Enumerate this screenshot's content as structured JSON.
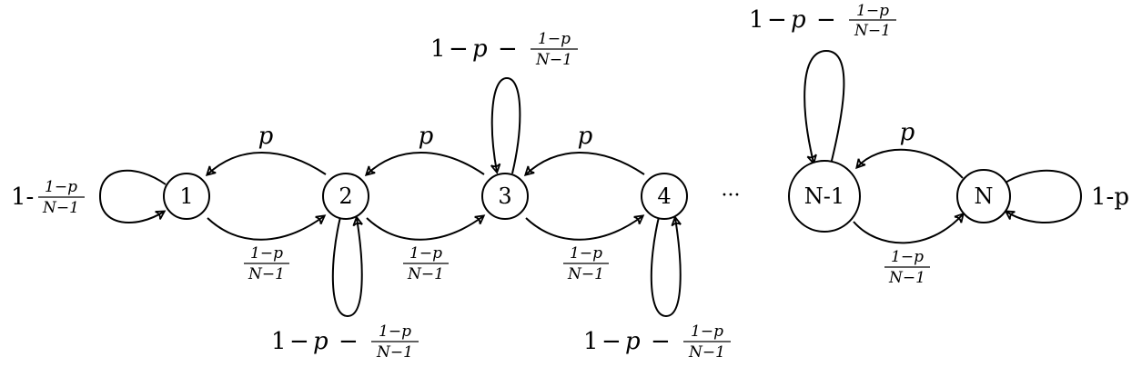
{
  "diagram": {
    "nodes": [
      {
        "id": "n1",
        "label": "1"
      },
      {
        "id": "n2",
        "label": "2"
      },
      {
        "id": "n3",
        "label": "3"
      },
      {
        "id": "n4",
        "label": "4"
      },
      {
        "id": "nN1",
        "label": "N-1"
      },
      {
        "id": "nN",
        "label": "N"
      }
    ],
    "ellipsis": "···",
    "labels": {
      "p": "p",
      "one": "1",
      "minus": "−",
      "one_dash": "1-",
      "frac_num": "1−p",
      "frac_den": "N−1",
      "one_minus_p_text": "1-p"
    },
    "edges": [
      {
        "from": "2",
        "to": "1",
        "label": "p"
      },
      {
        "from": "3",
        "to": "2",
        "label": "p"
      },
      {
        "from": "4",
        "to": "3",
        "label": "p"
      },
      {
        "from": "N",
        "to": "N-1",
        "label": "p"
      },
      {
        "from": "1",
        "to": "2",
        "label": "(1-p)/(N-1)"
      },
      {
        "from": "2",
        "to": "3",
        "label": "(1-p)/(N-1)"
      },
      {
        "from": "3",
        "to": "4",
        "label": "(1-p)/(N-1)"
      },
      {
        "from": "N-1",
        "to": "N",
        "label": "(1-p)/(N-1)"
      },
      {
        "from": "1",
        "to": "1",
        "label": "1-(1-p)/(N-1)"
      },
      {
        "from": "2",
        "to": "2",
        "label": "1-p-(1-p)/(N-1)"
      },
      {
        "from": "3",
        "to": "3",
        "label": "1-p-(1-p)/(N-1)"
      },
      {
        "from": "4",
        "to": "4",
        "label": "1-p-(1-p)/(N-1)"
      },
      {
        "from": "N-1",
        "to": "N-1",
        "label": "1-p-(1-p)/(N-1)"
      },
      {
        "from": "N",
        "to": "N",
        "label": "1-p"
      }
    ]
  }
}
